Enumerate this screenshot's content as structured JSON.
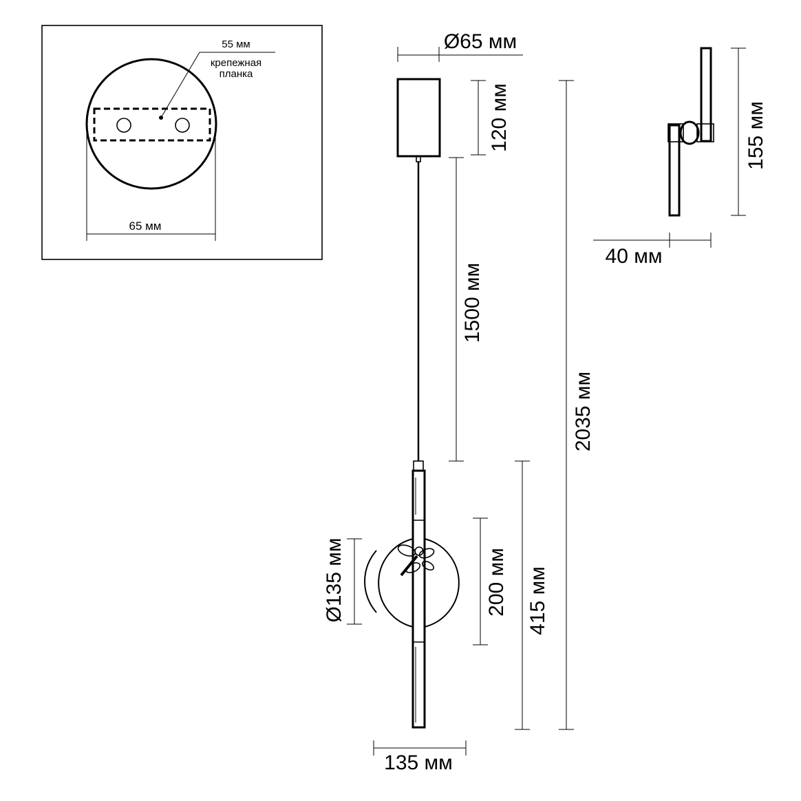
{
  "inset": {
    "plate_width_label": "55 мм",
    "plate_name_line1": "крепежная",
    "plate_name_line2": "планка",
    "base_width_label": "65 мм"
  },
  "main": {
    "canopy_diameter_label": "Ø65 мм",
    "canopy_height_label": "120 мм",
    "cable_length_label": "1500 мм",
    "total_height_label": "2035 мм",
    "disc_diameter_label": "Ø135 мм",
    "disc_height_label": "200 мм",
    "lamp_height_label": "415 мм",
    "lamp_width_label": "135 мм"
  },
  "side": {
    "height_label": "155 мм",
    "depth_label": "40 мм"
  }
}
